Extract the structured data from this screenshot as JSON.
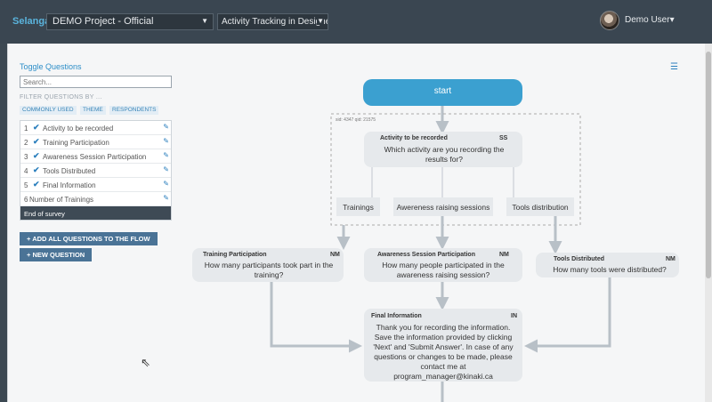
{
  "header": {
    "brand": "Selanga",
    "project": "DEMO Project - Official",
    "activity": "Activity Tracking in Designe",
    "user": "Demo User"
  },
  "sidebar": {
    "toggle_questions": "Toggle Questions",
    "search_placeholder": "Search...",
    "filter_label": "FILTER QUESTIONS BY ...",
    "chips": [
      "COMMONLY USED",
      "THEME",
      "RESPONDENTS"
    ],
    "questions": [
      {
        "num": "1",
        "label": "Activity to be recorded",
        "checked": true
      },
      {
        "num": "2",
        "label": "Training Participation",
        "checked": true
      },
      {
        "num": "3",
        "label": "Awareness Session Participation",
        "checked": true
      },
      {
        "num": "4",
        "label": "Tools Distributed",
        "checked": true
      },
      {
        "num": "5",
        "label": "Final Information",
        "checked": true
      },
      {
        "num": "6",
        "label": "Number of Trainings",
        "checked": false
      }
    ],
    "end_of_survey": "End of survey",
    "add_all_button": "ADD ALL QUESTIONS TO THE FLOW",
    "new_question_button": "NEW QUESTION"
  },
  "flow": {
    "start": "start",
    "section_id": "sid: 4347 qid: 21575",
    "q1": {
      "title": "Activity to be recorded",
      "code": "SS",
      "text": "Which activity are you recording the results for?"
    },
    "options": [
      "Trainings",
      "Awereness raising sessions",
      "Tools distribution"
    ],
    "q2": {
      "title": "Training Participation",
      "code": "NM",
      "text": "How many participants took part in the training?"
    },
    "q3": {
      "title": "Awareness Session Participation",
      "code": "NM",
      "text": "How many people participated in the awareness raising session?"
    },
    "q4": {
      "title": "Tools Distributed",
      "code": "NM",
      "text": "How many tools were distributed?"
    },
    "q5": {
      "title": "Final Information",
      "code": "IN",
      "text": "Thank you for recording the information. Save the information provided by clicking 'Next' and 'Submit Answer'. In case of any questions or changes to be made, please contact me at program_manager@kinaki.ca"
    }
  },
  "colors": {
    "accent": "#3ba0d0",
    "topbar": "#3a4651",
    "node": "#e6e9ec"
  }
}
